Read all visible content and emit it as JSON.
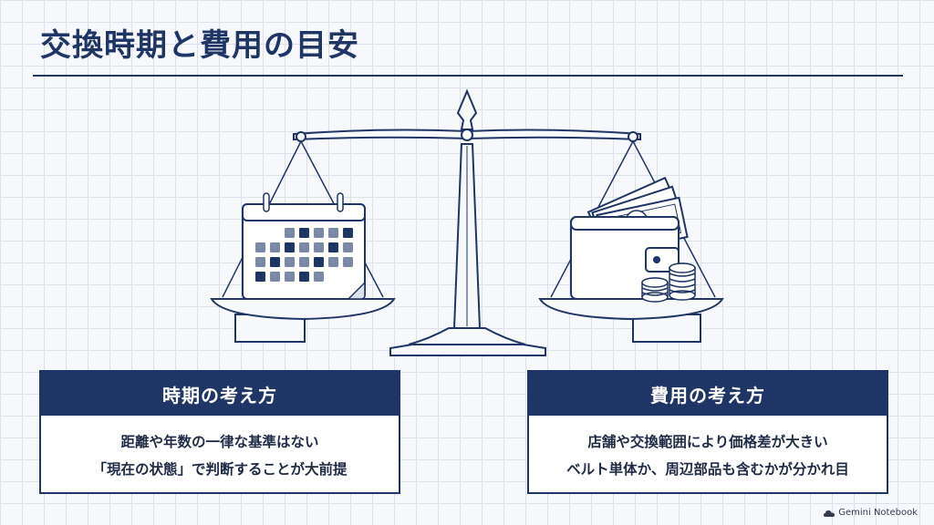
{
  "title": "交換時期と費用の目安",
  "cards": {
    "timing": {
      "heading": "時期の考え方",
      "lines": [
        "距離や年数の一律な基準はない",
        "「現在の状態」で判断することが大前提"
      ]
    },
    "cost": {
      "heading": "費用の考え方",
      "lines": [
        "店舗や交換範囲により価格差が大きい",
        "ベルト単体か、周辺部品も含むかが分かれ目"
      ]
    }
  },
  "banknote_symbol": "¥",
  "footer": {
    "brand": "Gemini Notebook",
    "icon": "cloud-icon"
  },
  "colors": {
    "navy": "#1f3566",
    "grid": "#dde2ea",
    "paper": "#f7f8fb"
  }
}
